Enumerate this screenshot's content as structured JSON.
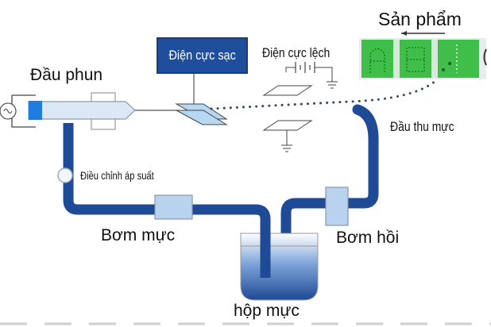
{
  "title": "Inkjet printer ink circulation diagram",
  "labels": {
    "nozzle": "Đầu phun",
    "charge_electrode": "Điện cực sạc",
    "deflection_electrode": "Điện cực lệch",
    "product": "Sản phẩm",
    "gutter": "Đầu thu mực",
    "pressure_regulator": "Điều chỉnh áp suất",
    "ink_pump": "Bơm mực",
    "return_pump": "Bơm hồi",
    "ink_tank": "hộp mực"
  },
  "product_characters": [
    "A",
    "B",
    "1"
  ],
  "colors": {
    "pipe": "#1e4a96",
    "charge_box": "#1f4e9c",
    "nozzle_body": "#dbe8f6",
    "pump": "#b9d3ee",
    "product_green": "#3fbf4a"
  }
}
